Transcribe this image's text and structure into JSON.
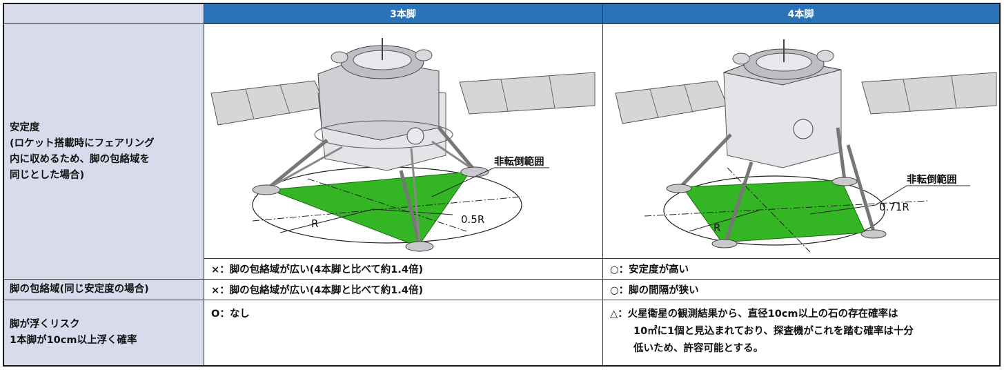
{
  "header": {
    "col1": "",
    "col2": "3本脚",
    "col3": "4本脚"
  },
  "rows": {
    "stability": {
      "label_line1": "安定度",
      "label_line2": "(ロケット搭載時にフェアリング",
      "label_line3": "内に収めるため、脚の包絡域を",
      "label_line4": "同じとした場合)",
      "three_leg": {
        "zone_label": "非転倒範囲",
        "radius_label": "R",
        "ratio_label": "0.5R",
        "zone_color": "#33b524"
      },
      "four_leg": {
        "zone_label": "非転倒範囲",
        "radius_label": "R",
        "ratio_label": "0.71R",
        "zone_color": "#33b524"
      },
      "three_leg_eval": "×：脚の包絡域が広い(4本脚と比べて約1.4倍)",
      "four_leg_eval": "○：安定度が高い"
    },
    "envelope": {
      "label": "脚の包絡域(同じ安定度の場合)",
      "three_leg_eval": "×：脚の包絡域が広い(4本脚と比べて約1.4倍)",
      "four_leg_eval": "○：脚の間隔が狭い"
    },
    "float_risk": {
      "label_line1": "脚が浮くリスク",
      "label_line2": "1本脚が10cm以上浮く確率",
      "three_leg_eval": "O：なし",
      "four_leg_line1": "△：火星衛星の観測結果から、直径10cm以上の石の存在確率は",
      "four_leg_line2": "10㎡に1個と見込まれており、探査機がこれを踏む確率は十分",
      "four_leg_line3": "低いため、許容可能とする。"
    }
  },
  "colors": {
    "header_bg": "#2a73b8",
    "label_bg": "#d8dbec",
    "green_zone": "#33b524"
  }
}
